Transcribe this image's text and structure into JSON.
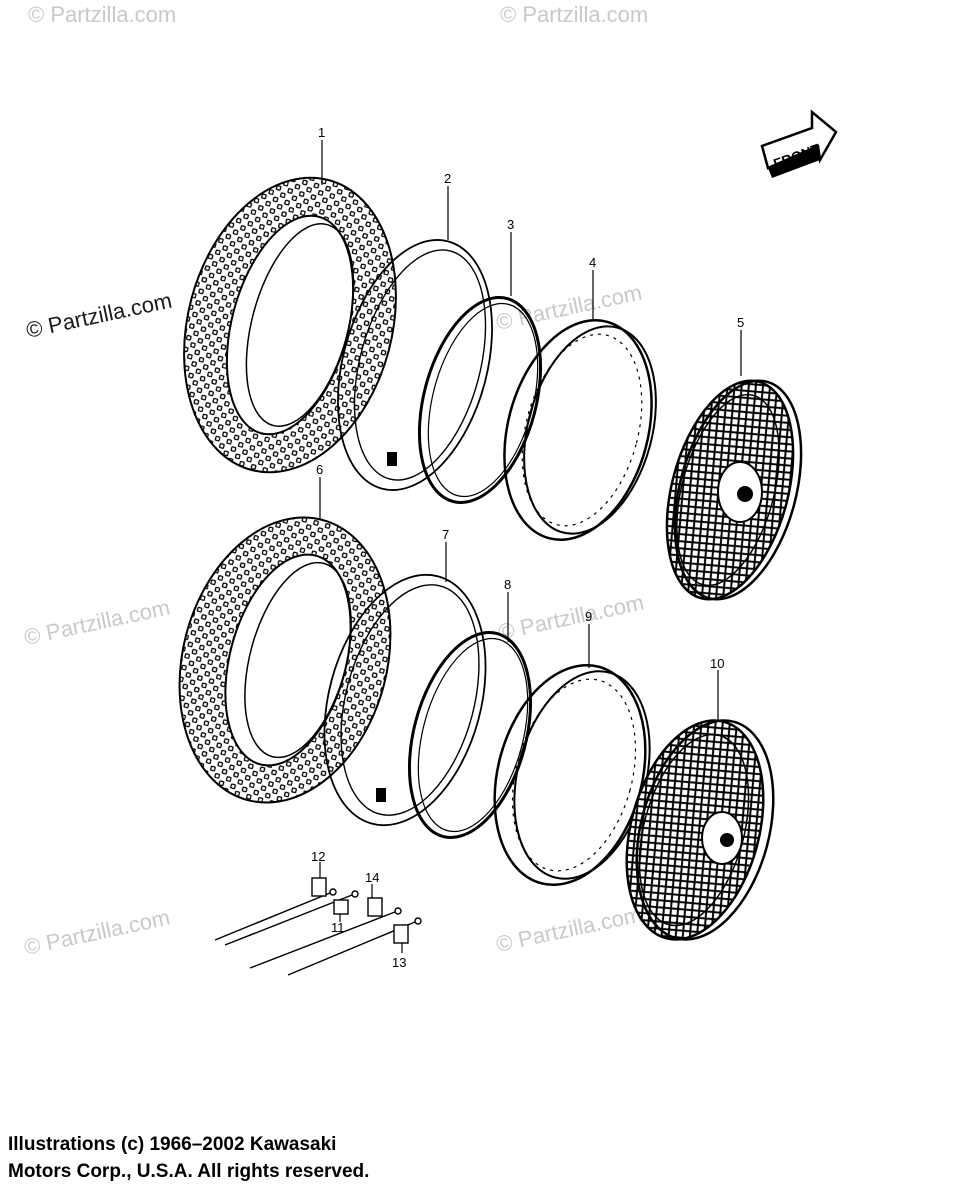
{
  "front_label": "FRONT",
  "callouts": [
    "1",
    "2",
    "3",
    "4",
    "5",
    "6",
    "7",
    "8",
    "9",
    "10",
    "11",
    "12",
    "13",
    "14"
  ],
  "watermark": "© Partzilla.com",
  "copyright": {
    "line1": "Illustrations (c) 1966–2002 Kawasaki",
    "line2": "Motors Corp., U.S.A.  All rights reserved."
  }
}
